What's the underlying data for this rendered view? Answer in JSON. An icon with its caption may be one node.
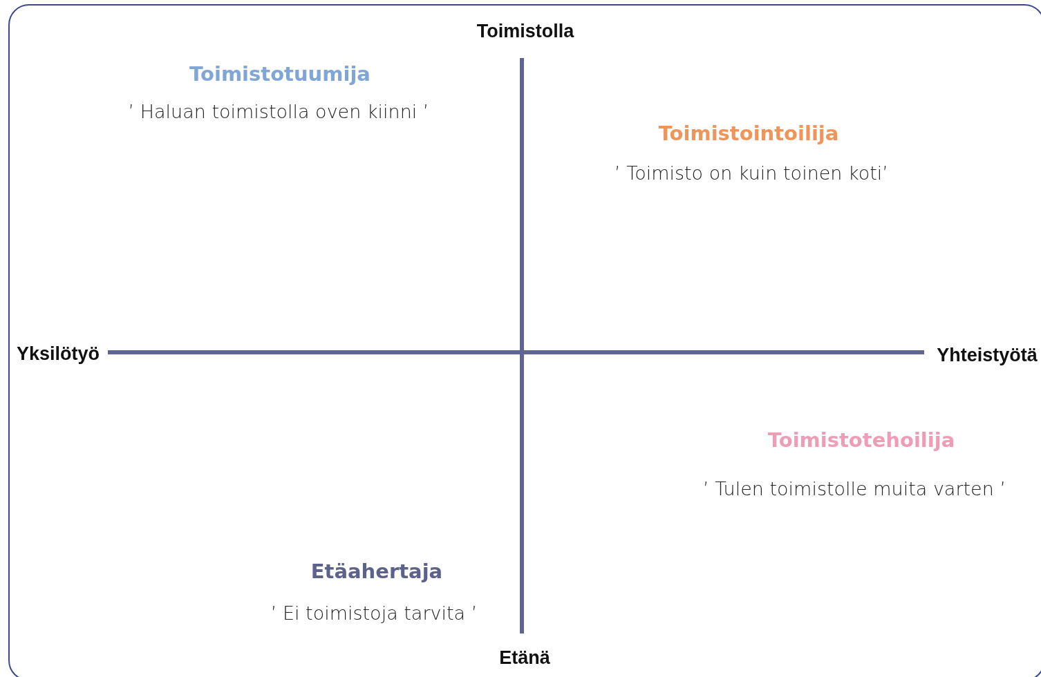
{
  "diagram": {
    "labels": [
      "Toimistolla",
      "Toimistotuumija",
      "’ Haluan toimistolla oven kiinni ’",
      "Toimistointoilija",
      "’ Toimisto on kuin toinen koti’",
      "Yksilötyö",
      "Yhteistyötä",
      "Toimistotehoilija",
      "’ Tulen toimistolle muita varten ’",
      "Etäahertaja",
      "’ Ei toimistoja tarvita ’",
      "Etänä"
    ]
  }
}
